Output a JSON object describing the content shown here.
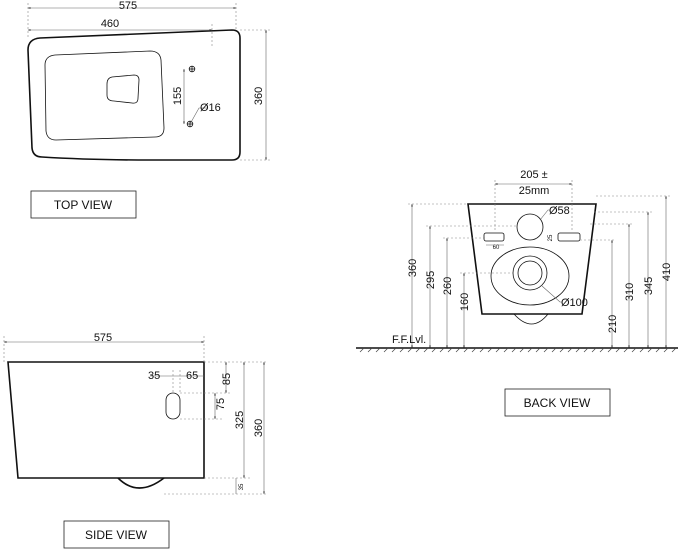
{
  "top_view": {
    "caption": "TOP VIEW",
    "dim_overall_length": "575",
    "dim_seat_length": "460",
    "dim_depth": "360",
    "dim_hole_spacing": "155",
    "dim_hole_dia": "Ø16"
  },
  "side_view": {
    "caption": "SIDE VIEW",
    "dim_length": "575",
    "dim_35": "35",
    "dim_65": "65",
    "dim_85": "85",
    "dim_75": "75",
    "dim_325": "325",
    "dim_360": "360",
    "dim_small_35": "35"
  },
  "back_view": {
    "caption": "BACK VIEW",
    "dim_spacing_line1": "205 ±",
    "dim_spacing_line2": "25mm",
    "dim_inlet": "Ø58",
    "dim_outlet": "Ø100",
    "dim_60": "60",
    "dim_25": "25",
    "dim_360": "360",
    "dim_295": "295",
    "dim_260": "260",
    "dim_160": "160",
    "dim_210": "210",
    "dim_310": "310",
    "dim_345": "345",
    "dim_410": "410",
    "floor_label": "F.F.Lvl."
  }
}
